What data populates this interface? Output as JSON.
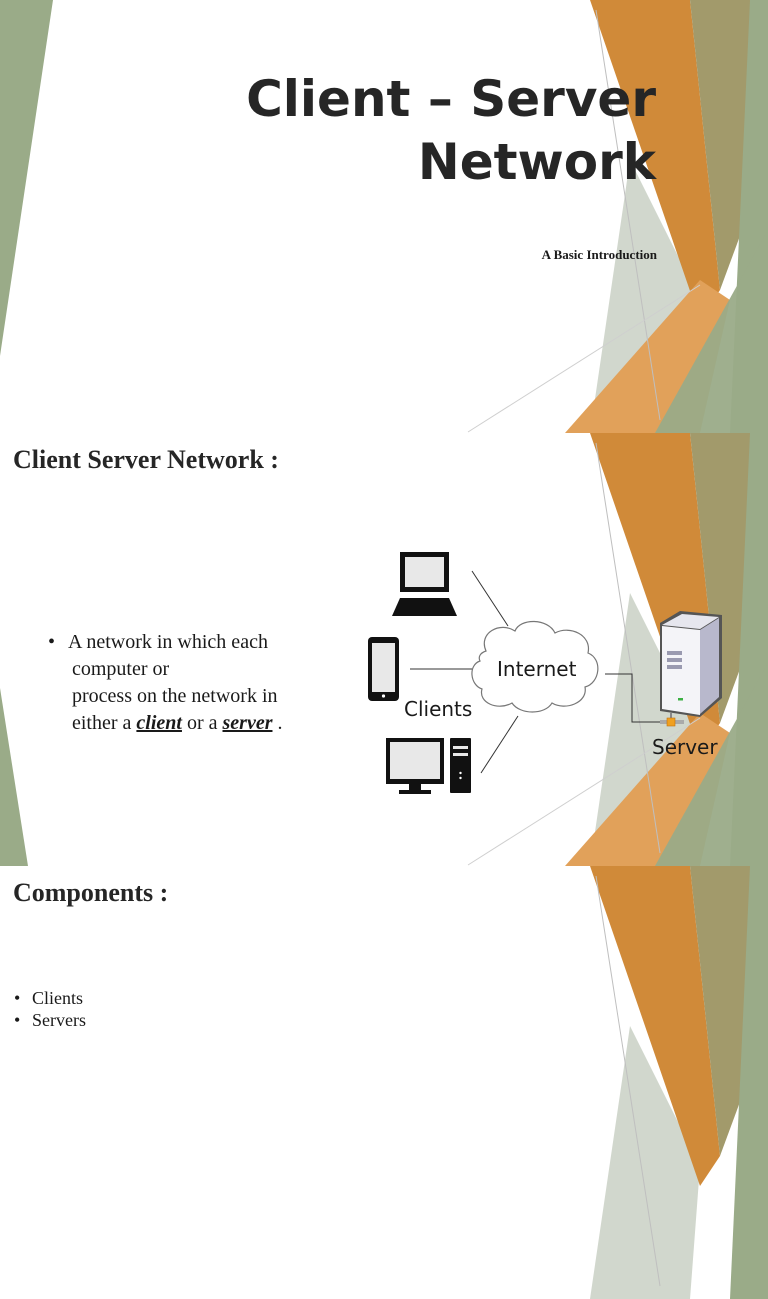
{
  "slides": [
    {
      "title_line1": "Client – Server",
      "title_line2": "Network",
      "subtitle": "A Basic Introduction"
    },
    {
      "heading": "Client Server Network :",
      "bullet": {
        "marker": "•",
        "line1": "A network in which each",
        "line2": "computer or",
        "line3": "process on the network in",
        "line4_prefix": "either a ",
        "term_client": "client",
        "line4_middle": " or a ",
        "term_server": "server",
        "line4_suffix": " ."
      },
      "diagram": {
        "internet_label": "Internet",
        "clients_label": "Clients",
        "server_label": "Server",
        "icons": [
          "laptop-icon",
          "smartphone-icon",
          "desktop-computer-icon",
          "cloud-icon",
          "server-tower-icon"
        ]
      }
    },
    {
      "heading": "Components :",
      "bullets": [
        "Clients",
        "Servers"
      ],
      "marker": "•"
    }
  ],
  "colors": {
    "green": "#9aab88",
    "orange": "#d08a39",
    "light_orange": "#e1a15a",
    "olive": "#a29a6b",
    "grey_green": "#c9d0c4",
    "text_dark": "#262626"
  }
}
